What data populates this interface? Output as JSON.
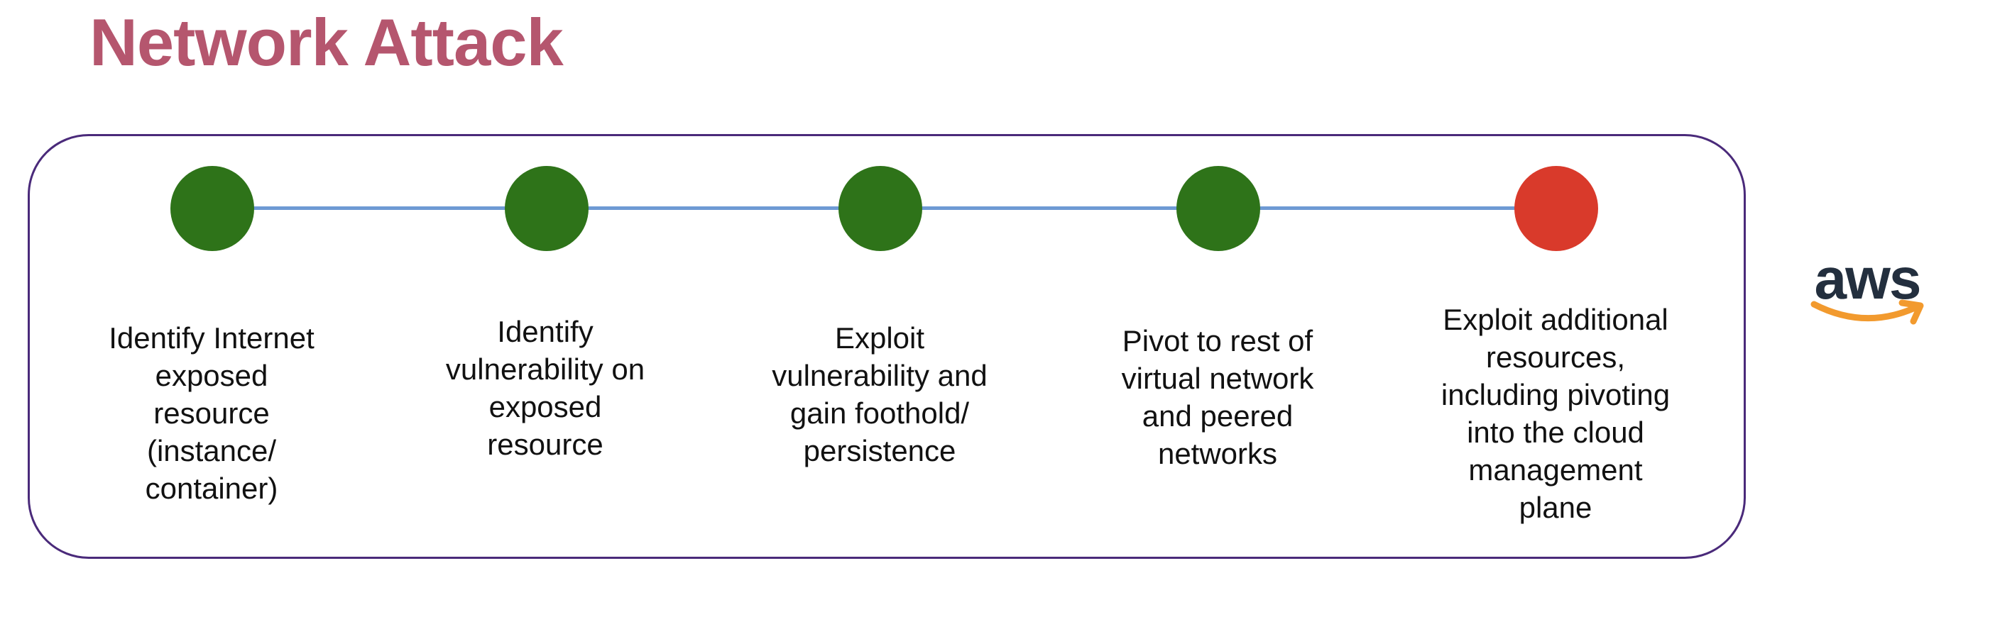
{
  "slide": {
    "title": "Network Attack",
    "title_color": "#b5566e",
    "frame_color": "#4a2a7a",
    "connector_color": "#6e9ad4"
  },
  "steps": [
    {
      "label_lines": [
        "Identify Internet",
        "exposed",
        "resource",
        "(instance/",
        "container)"
      ],
      "node_color": "#2e7319"
    },
    {
      "label_lines": [
        "Identify",
        "vulnerability on",
        "exposed",
        "resource"
      ],
      "node_color": "#2e7319"
    },
    {
      "label_lines": [
        "Exploit",
        "vulnerability and",
        "gain foothold/",
        "persistence"
      ],
      "node_color": "#2e7319"
    },
    {
      "label_lines": [
        "Pivot to rest of",
        "virtual network",
        "and peered",
        "networks"
      ],
      "node_color": "#2e7319"
    },
    {
      "label_lines": [
        "Exploit additional",
        "resources,",
        "including pivoting",
        "into the cloud",
        "management",
        "plane"
      ],
      "node_color": "#d93a2b"
    }
  ],
  "logo": {
    "text": "aws",
    "icon": "aws-logo",
    "smile_color": "#f29a2e"
  }
}
